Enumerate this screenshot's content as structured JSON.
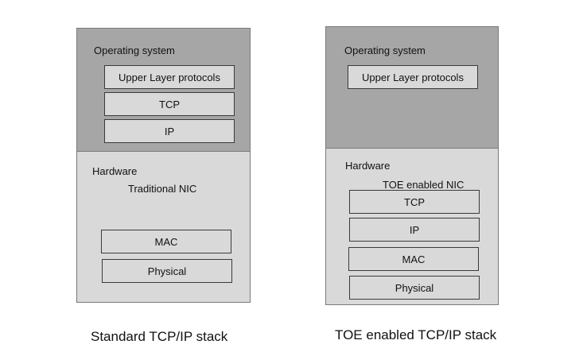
{
  "left_stack": {
    "os_label": "Operating system",
    "os_layers": [
      "Upper Layer protocols",
      "TCP",
      "IP"
    ],
    "hw_label": "Hardware",
    "nic_label": "Traditional NIC",
    "hw_layers": [
      "MAC",
      "Physical"
    ],
    "caption": "Standard TCP/IP stack"
  },
  "right_stack": {
    "os_label": "Operating system",
    "os_layers": [
      "Upper Layer protocols"
    ],
    "hw_label": "Hardware",
    "nic_label": "TOE enabled NIC",
    "hw_layers": [
      "TCP",
      "IP",
      "MAC",
      "Physical"
    ],
    "caption": "TOE enabled TCP/IP stack"
  },
  "colors": {
    "os_background": "#a6a6a6",
    "hardware_background": "#d9d9d9",
    "layer_border": "#3a3a3a"
  }
}
